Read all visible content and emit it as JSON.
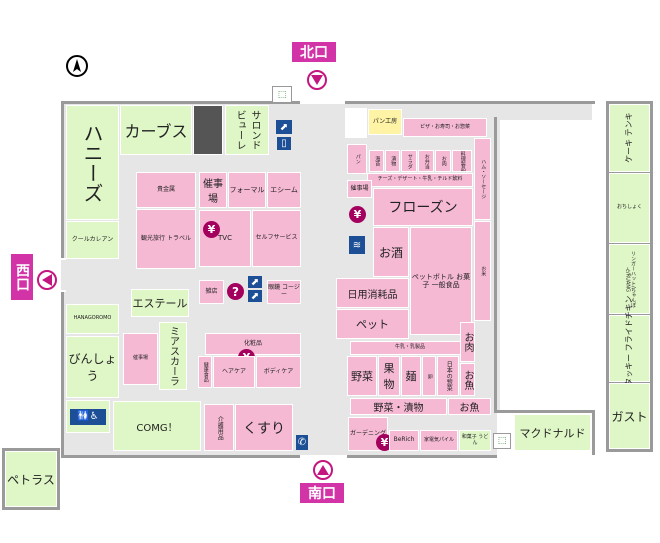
{
  "gates": {
    "north": "北口",
    "south": "南口",
    "west": "西口"
  },
  "shops": {
    "honeys": "ハニーズ",
    "curves": "カーブス",
    "salon": "サロンド ビューレ",
    "panshop": "パン工房",
    "pizza": "ピザ・お寿司・お惣菜",
    "sunbakery": "ハム・ソーセージ",
    "pan": "パン",
    "cheese_dessert": "チーズ・デザート・牛乳・チルド飲料",
    "saiji": "催事場",
    "frozen": "フローズン",
    "sake": "お酒",
    "petbottle": "ペットボトル お菓子 一般食品",
    "daily": "日用消耗品",
    "pet": "ペット",
    "kome": "お米",
    "coolcare": "クールカレアン",
    "keikikan": "観光旅行 トラベル",
    "jewelry": "貴金属",
    "saiji2": "催事場",
    "formal": "フォーマル",
    "aeon_m": "エシーム",
    "tvc": "TVC",
    "selfservice": "セルフサービス",
    "shop_small": "雑店",
    "bodycopy": "眼鏡 コージー",
    "estel": "エステール",
    "hanagoromo": "HANAGOROMO",
    "binshou": "びんしょう",
    "saiji3": "催事場",
    "mia": "ミアスカーラ",
    "keshou": "化粧品",
    "haircare": "ヘアケア",
    "bodycare": "ボディケア",
    "kenkou": "健康食品",
    "gyunyu": "牛乳・乳製品",
    "yasai_zai": "野菜",
    "kajitsu": "果物",
    "men": "麺",
    "tamago": "卵",
    "sanchoku": "日本の惣菜",
    "osakana": "お魚",
    "osake2": "お肉",
    "yasai_tsuke": "野菜・漬物",
    "osakana2": "お魚",
    "comg": "COMG！",
    "kusuri": "くすり",
    "shokuhin": "介護用品",
    "gardening": "ガーデニング",
    "berich": "BeRich",
    "kaden": "家電気パイル",
    "kaki": "和菓子 うどん",
    "mcdonalds": "マクドナルド",
    "petras": "ペトラス",
    "cakes": "ケーキ テンキ",
    "oshinko": "おちしょく",
    "ringer": "リンガーハット/ちゃんぽん/RUANG",
    "kfc": "ケンタッキー フライドチキン",
    "gusto": "ガスト",
    "nori": "海苔",
    "tsukemono": "漬物",
    "sarada": "サラダ",
    "obento": "お弁当",
    "ryourisei": "料理製品",
    "inari": "お肉"
  },
  "icons": {
    "yen": "¥",
    "info": "?"
  },
  "colors": {
    "store_pink": "#f6b9d4",
    "tenant_green": "#dff6c7",
    "floor": "#e6e6e6",
    "gate": "#d233a7"
  }
}
